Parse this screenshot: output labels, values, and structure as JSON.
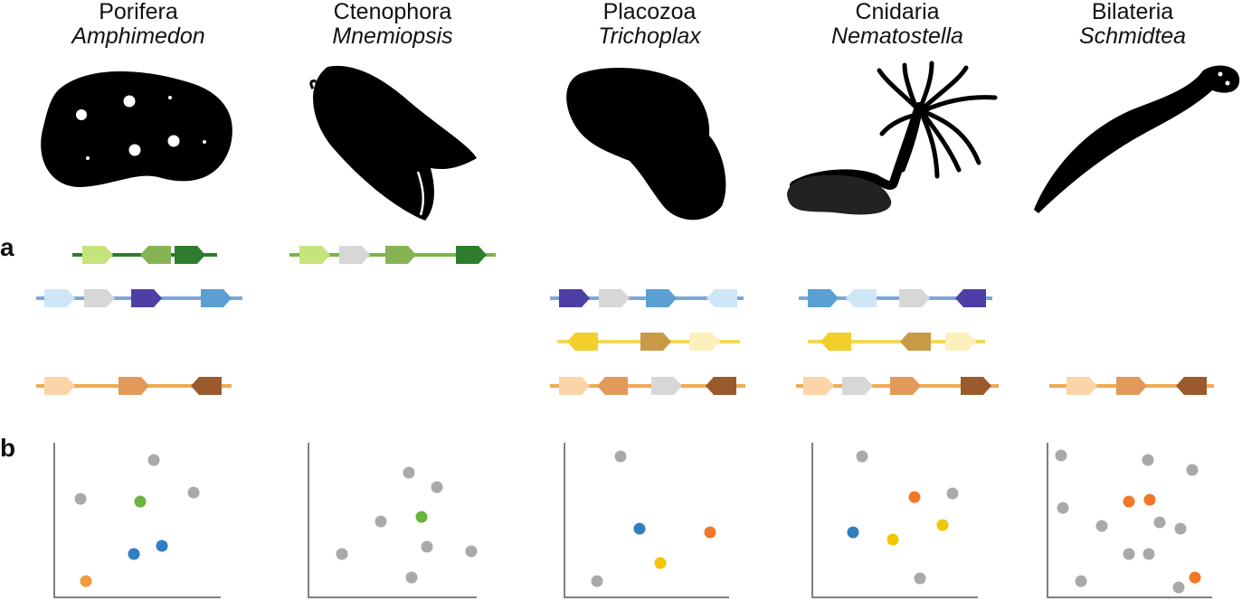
{
  "panel_labels": {
    "a": "a",
    "b": "b"
  },
  "taxa": [
    {
      "phylum": "Porifera",
      "species": "Amphimedon",
      "silhouette": "sponge-silhouette"
    },
    {
      "phylum": "Ctenophora",
      "species": "Mnemiopsis",
      "silhouette": "comb-jelly-silhouette"
    },
    {
      "phylum": "Placozoa",
      "species": "Trichoplax",
      "silhouette": "placozoan-silhouette"
    },
    {
      "phylum": "Cnidaria",
      "species": "Nematostella",
      "silhouette": "sea-anemone-silhouette"
    },
    {
      "phylum": "Bilateria",
      "species": "Schmidtea",
      "silhouette": "planarian-silhouette"
    }
  ],
  "colors": {
    "green_light": "#c5e57c",
    "green_mid": "#86b455",
    "green_dark": "#2e7d2e",
    "green_line": "#7ab648",
    "blue_light": "#cfe6f7",
    "blue_mid": "#5aa0d2",
    "indigo": "#4d3fa6",
    "blue_line": "#7ba7d9",
    "yellow": "#f2cf2b",
    "tan": "#c99a45",
    "cream": "#fdf0bb",
    "yellow_line": "#f0d95c",
    "peach": "#fbd5a8",
    "orange_mid": "#e19a59",
    "brown": "#9a5a2c",
    "orange_line": "#f0ab55",
    "grey_gene": "#d7d7d7",
    "grey_dot": "#a9a9a9",
    "dot_green": "#6db33f",
    "dot_blue": "#2f7fc1",
    "dot_orange": "#f19a3e",
    "dot_yellow": "#f2c500",
    "dot_orange2": "#f07828"
  }
}
